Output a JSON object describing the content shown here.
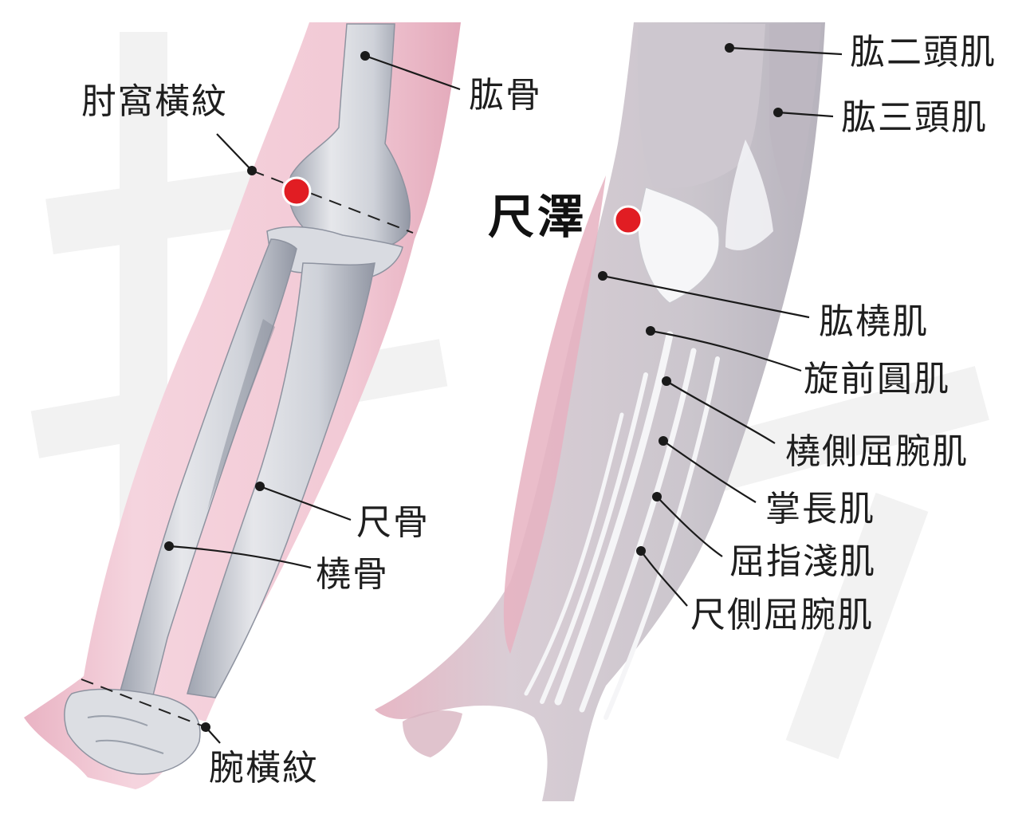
{
  "colors": {
    "skin": "#f2c6d2",
    "skin_edge": "#e0a8b8",
    "bone": "#d6d8de",
    "bone_shade": "#a9adb8",
    "muscle": "#cfc6cf",
    "tendon": "#f4f4f7",
    "acupoint": "#e11d23",
    "leader": "#1a1a1a",
    "watermark": "#f1f1f1"
  },
  "left_arm": {
    "crease_elbow": "肘窩橫紋",
    "humerus": "肱骨",
    "ulna": "尺骨",
    "radius": "橈骨",
    "crease_wrist": "腕橫紋"
  },
  "right_arm": {
    "biceps": "肱二頭肌",
    "triceps": "肱三頭肌",
    "brachioradialis": "肱橈肌",
    "pronator_teres": "旋前圓肌",
    "flexor_carpi_radialis": "橈側屈腕肌",
    "palmaris_longus": "掌長肌",
    "flexor_digitorum_superficialis": "屈指淺肌",
    "flexor_carpi_ulnaris": "尺側屈腕肌"
  },
  "acupoint": {
    "name": "尺澤"
  }
}
